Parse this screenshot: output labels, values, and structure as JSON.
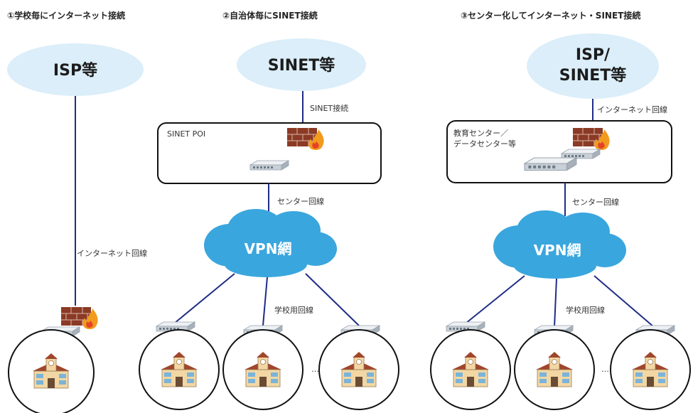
{
  "panels": [
    {
      "title": "①学校毎にインターネット接続",
      "top_label": "ISP等",
      "line_label": "インターネット回線"
    },
    {
      "title": "②自治体毎にSINET接続",
      "top_label": "SINET等",
      "top_line_label": "SINET接続",
      "box_label": "SINET POI",
      "center_line_label": "センター回線",
      "cloud_label": "VPN網",
      "school_line_label": "学校用回線",
      "ellipsis": "…"
    },
    {
      "title": "③センター化してインターネット・SINET接続",
      "top_label_line1": "ISP/",
      "top_label_line2": "SINET等",
      "top_line_label": "インターネット回線",
      "box_label_line1": "教育センター／",
      "box_label_line2": "データセンター等",
      "center_line_label": "センター回線",
      "cloud_label": "VPN網",
      "school_line_label": "学校用回線",
      "ellipsis": "…"
    }
  ],
  "colors": {
    "ellipse_fill": "#dbeef9",
    "line": "#1f2d86",
    "cloud": "#3aa6de",
    "firewall": "#8b3a25",
    "flame": "#f29a1e"
  }
}
